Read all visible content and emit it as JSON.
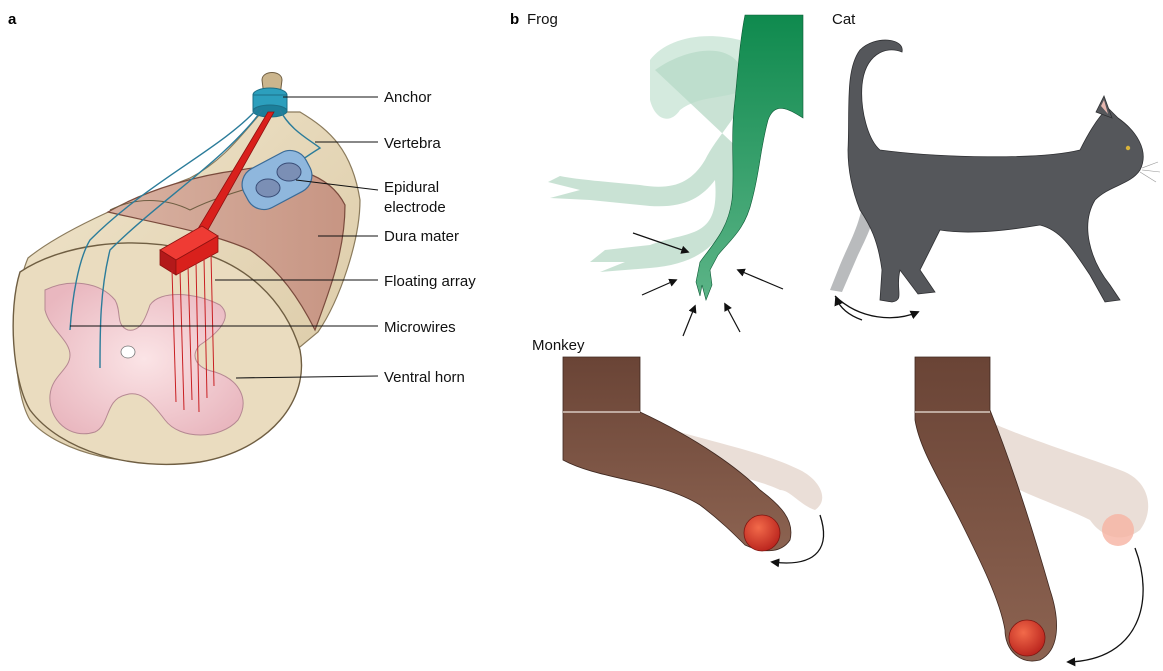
{
  "panel_a": {
    "letter": "a",
    "labels": {
      "anchor": "Anchor",
      "vertebra": "Vertebra",
      "epidural_1": "Epidural",
      "epidural_2": "electrode",
      "dura": "Dura mater",
      "floating_array": "Floating array",
      "microwires": "Microwires",
      "ventral_horn": "Ventral horn"
    }
  },
  "panel_b": {
    "letter": "b",
    "frog": "Frog",
    "cat": "Cat",
    "monkey": "Monkey"
  },
  "colors": {
    "bone": "#e9dcc0",
    "dura": "#d4a997",
    "grey_matter": "#f0c9cf",
    "array_red": "#d9201c",
    "wire_blue": "#2b7c9a",
    "frog_green": "#2f9a63",
    "cat_grey": "#55575b",
    "arm_brown": "#7a5444",
    "ball_red": "#d9302a"
  }
}
